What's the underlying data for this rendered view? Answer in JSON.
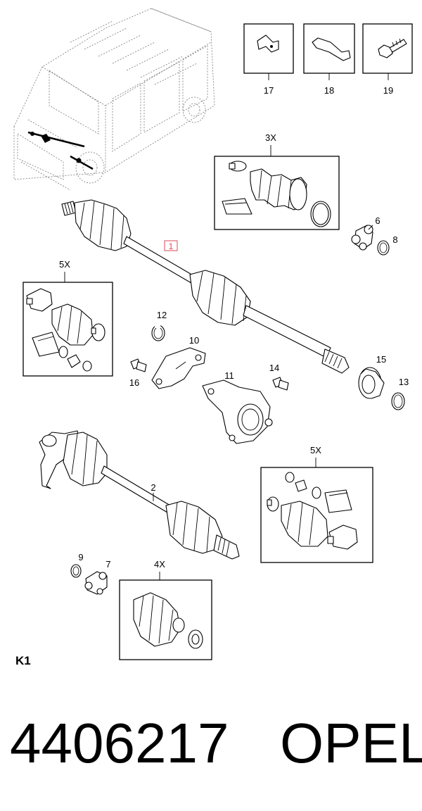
{
  "callouts": {
    "c1": "1",
    "c2": "2",
    "c6": "6",
    "c7": "7",
    "c8": "8",
    "c9": "9",
    "c10": "10",
    "c11": "11",
    "c12": "12",
    "c13": "13",
    "c14": "14",
    "c15": "15",
    "c16": "16",
    "c17": "17",
    "c18": "18",
    "c19": "19"
  },
  "kits": {
    "k3x": "3X",
    "k5x_left": "5X",
    "k5x_right": "5X",
    "k4x": "4X"
  },
  "page_code": "K1",
  "part_number": "4406217",
  "brand": "OPEL",
  "colors": {
    "highlight": "#d94a5a",
    "line": "#000000",
    "dashed": "#777777"
  }
}
